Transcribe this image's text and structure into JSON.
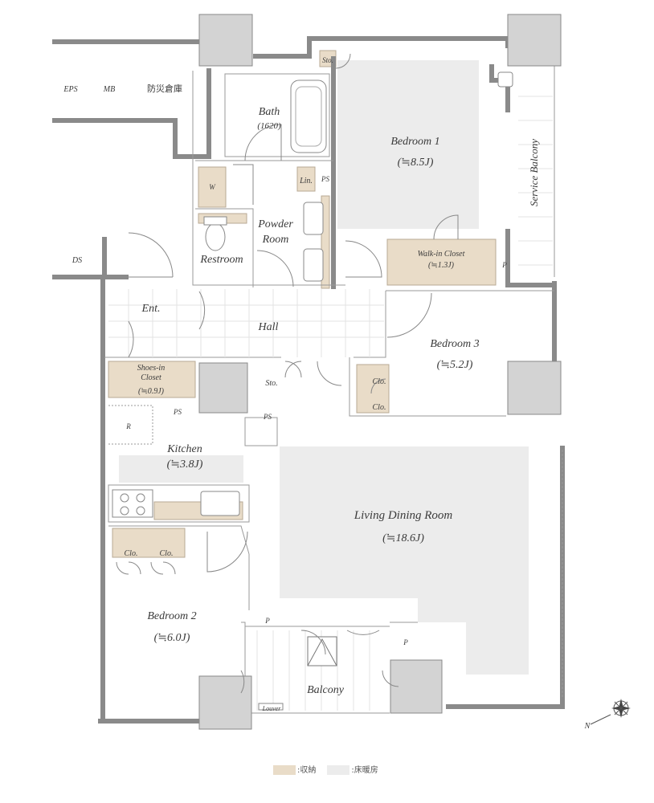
{
  "rooms": {
    "eps": "EPS",
    "mb": "MB",
    "bousai": "防災倉庫",
    "ds": "DS",
    "bath": "Bath",
    "bath_size": "(1620)",
    "w": "W",
    "lin": "Lin.",
    "ps1": "PS",
    "powder": "Powder",
    "powder2": "Room",
    "restroom": "Restroom",
    "sto1": "Sto.",
    "bedroom1": "Bedroom 1",
    "bedroom1_size": "(≒8.5J)",
    "service_balcony": "Service Balcony",
    "walkin": "Walk-in Closet",
    "walkin_size": "(≒1.3J)",
    "p1": "P",
    "ent": "Ent.",
    "hall": "Hall",
    "bedroom3": "Bedroom 3",
    "bedroom3_size": "(≒5.2J)",
    "shoes1": "Shoes-in",
    "shoes2": "Closet",
    "shoes_size": "(≒0.9J)",
    "sto2": "Sto.",
    "clo_a": "Clo.",
    "clo_b": "Clo.",
    "ps2": "PS",
    "ps3": "PS",
    "r": "R",
    "kitchen": "Kitchen",
    "kitchen_size": "(≒3.8J)",
    "ldr": "Living Dining Room",
    "ldr_size": "(≒18.6J)",
    "clo_c": "Clo.",
    "clo_d": "Clo.",
    "bedroom2": "Bedroom 2",
    "bedroom2_size": "(≒6.0J)",
    "p2": "P",
    "p3": "P",
    "balcony": "Balcony",
    "louver": "Louver",
    "compass_n": "N"
  },
  "legend": {
    "storage": ":収納",
    "floor_heating": ":床暖房",
    "storage_color": "#e9dcc8",
    "floor_heating_color": "#ececec"
  }
}
